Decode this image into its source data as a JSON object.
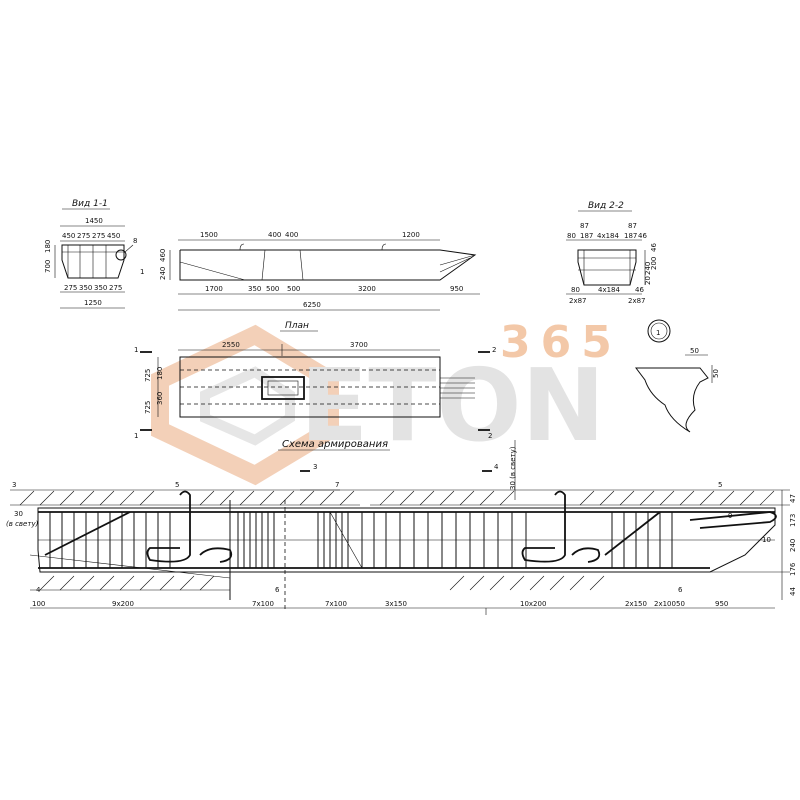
{
  "watermark": {
    "number": "365",
    "brand": "ETON",
    "color_orange": "#f3c8a8",
    "color_gray": "#dcdcdc"
  },
  "view_1_1": {
    "title": "Вид 1-1",
    "top_width": "1450",
    "top_parts": [
      "450",
      "275",
      "275",
      "450"
    ],
    "left_heights": [
      "700",
      "180"
    ],
    "bottom_parts": [
      "275",
      "350",
      "350",
      "275"
    ],
    "bottom_width": "1250",
    "callout_8": "8",
    "callout_1": "1"
  },
  "elevation": {
    "top_dims": [
      "1500",
      "400",
      "400",
      "1200"
    ],
    "left_heights": [
      "240",
      "460"
    ],
    "bottom_dims": [
      "1700",
      "350",
      "500",
      "500",
      "3200",
      "950"
    ],
    "total": "6250"
  },
  "view_2_2": {
    "title": "Вид 2-2",
    "top_dims": [
      "87",
      "87",
      "80",
      "187",
      "4x184",
      "187",
      "46"
    ],
    "right_dims": [
      "46",
      "200",
      "240",
      "20"
    ],
    "bottom_dims": [
      "80",
      "4x184",
      "46"
    ],
    "bottom_dims_2": [
      "2x87",
      "2x87"
    ]
  },
  "plan": {
    "title": "План",
    "top_dims": [
      "2550",
      "3700"
    ],
    "left_dims": [
      "725",
      "725",
      "360",
      "180"
    ],
    "section_marks": [
      "1",
      "1",
      "2",
      "2"
    ]
  },
  "detail": {
    "number": "1",
    "dims": [
      "50",
      "50"
    ]
  },
  "scheme": {
    "title": "Схема армирования",
    "markers": [
      "3",
      "4",
      "5",
      "7",
      "5",
      "3",
      "4",
      "6",
      "6",
      "9",
      "10"
    ],
    "clear_label_left": "30",
    "clear_label_left_sub": "(в свету)",
    "clear_label_mid": "30 (в свету)",
    "right_dims": [
      "47",
      "173",
      "240",
      "176",
      "44"
    ],
    "bottom_dims": [
      "100",
      "9x200",
      "7x100",
      "7x100",
      "3x150",
      "10x200",
      "2x150",
      "2x100",
      "50",
      "950"
    ]
  }
}
